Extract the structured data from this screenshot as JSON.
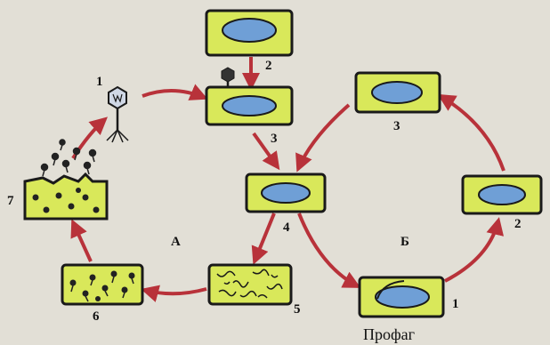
{
  "labels": {
    "cycle_a": "А",
    "cycle_b": "Б",
    "a1": "1",
    "a2": "2",
    "a3": "3",
    "a4": "4",
    "a5": "5",
    "a6": "6",
    "a7": "7",
    "b1": "1",
    "b2": "2",
    "b3": "3",
    "prophage": "Профаг"
  },
  "colors": {
    "cell_fill": "#d9e85a",
    "cell_stroke": "#1a1a1a",
    "nucleoid_fill": "#6f9fd6",
    "arrow": "#b8323a",
    "background": "#e2dfd6"
  }
}
